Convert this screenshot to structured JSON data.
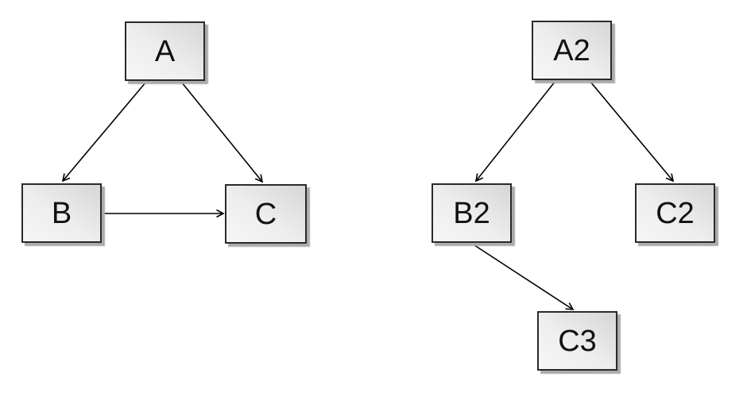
{
  "colors": {
    "background": "#ffffff",
    "node_fill_dark": "#d6d6d6",
    "node_fill_light": "#f6f6f6",
    "node_border": "#2a2a2a",
    "node_shadow": "#ababab",
    "edge": "#000000",
    "label_text": "#111111"
  },
  "diagrams": [
    {
      "name": "left-graph",
      "nodes": [
        {
          "id": "A",
          "label": "A"
        },
        {
          "id": "B",
          "label": "B"
        },
        {
          "id": "C",
          "label": "C"
        }
      ],
      "edges": [
        {
          "from": "A",
          "to": "B"
        },
        {
          "from": "A",
          "to": "C"
        },
        {
          "from": "B",
          "to": "C"
        }
      ]
    },
    {
      "name": "right-graph",
      "nodes": [
        {
          "id": "A2",
          "label": "A2"
        },
        {
          "id": "B2",
          "label": "B2"
        },
        {
          "id": "C2",
          "label": "C2"
        },
        {
          "id": "C3",
          "label": "C3"
        }
      ],
      "edges": [
        {
          "from": "A2",
          "to": "B2"
        },
        {
          "from": "A2",
          "to": "C2"
        },
        {
          "from": "B2",
          "to": "C3"
        }
      ]
    }
  ]
}
